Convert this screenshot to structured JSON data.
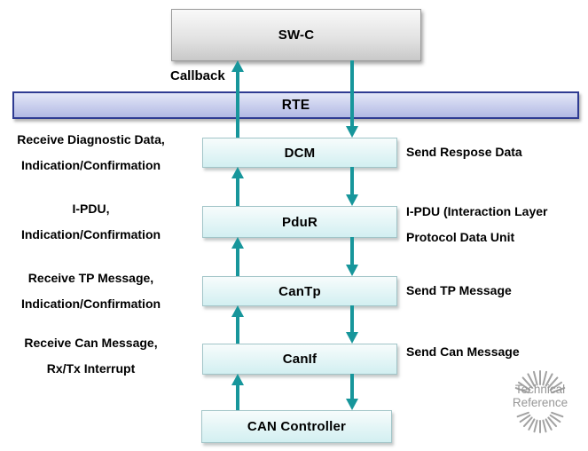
{
  "colors": {
    "arrow": "#17969b",
    "box-fill-top": "#f7fcfc",
    "box-fill-bottom": "#d2eff1",
    "box-border": "#a2c5c8",
    "rte-fill-top": "#e3e7f7",
    "rte-fill-bottom": "#b2b9e4",
    "rte-border": "#2e3b92",
    "swc-fill-top": "#f9f9f9",
    "swc-fill-bottom": "#c9c9c9",
    "swc-border": "#9a9a9a",
    "watermark": "#8f8f8f"
  },
  "diagram": {
    "callback_label": "Callback",
    "layers": {
      "swc": {
        "label": "SW-C"
      },
      "rte": {
        "label": "RTE"
      },
      "dcm": {
        "label": "DCM",
        "left1": "Receive Diagnostic Data,",
        "left2": "Indication/Confirmation",
        "right1": "Send Respose Data"
      },
      "pdur": {
        "label": "PduR",
        "left1": "I-PDU,",
        "left2": "Indication/Confirmation",
        "right1": "I-PDU (Interaction Layer",
        "right2": "Protocol Data Unit"
      },
      "cantp": {
        "label": "CanTp",
        "left1": "Receive TP Message,",
        "left2": "Indication/Confirmation",
        "right1": "Send TP Message"
      },
      "canif": {
        "label": "CanIf",
        "left1": "Receive Can Message,",
        "left2": "Rx/Tx Interrupt",
        "right1": "Send Can Message"
      },
      "can_controller": {
        "label": "CAN Controller"
      }
    },
    "watermark": {
      "line1": "Technical",
      "line2": "Reference"
    }
  }
}
